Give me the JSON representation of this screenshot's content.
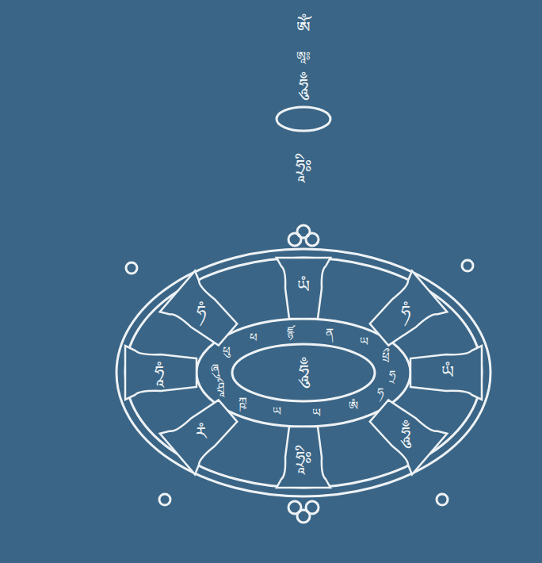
{
  "diagram": {
    "nodes": [
      {
        "text": [
          "ཡཾ"
        ]
      },
      {
        "text": [
          "ཧཾ"
        ]
      },
      {
        "text": [
          "ཡཾ"
        ]
      },
      {
        "text": [
          "ཧཱུྃ"
        ]
      },
      {
        "text": [
          "ཧྲཱིཿ"
        ]
      },
      {
        "text": [
          "རཾ"
        ]
      },
      {
        "text": [
          "ཧཱཾ"
        ]
      },
      {
        "text": [
          "ཧཾ"
        ]
      },
      {
        "text": [
          "ཧཱུྃ"
        ]
      }
    ],
    "labels": [
      "ཨོཾ",
      "ཨཱཿ",
      "ཧཱུྃ",
      "ཧྲཱིཿ",
      "ཕུ",
      "ཕ",
      "ཛྙ",
      "ན",
      "ཡ",
      "ཕྲྀ",
      "ཧྲ",
      "ཧ",
      "ཨཾ",
      "ཡ",
      "ཡ",
      "ཀྵ",
      "ཤྲཱི",
      "ཞུ"
    ]
  }
}
